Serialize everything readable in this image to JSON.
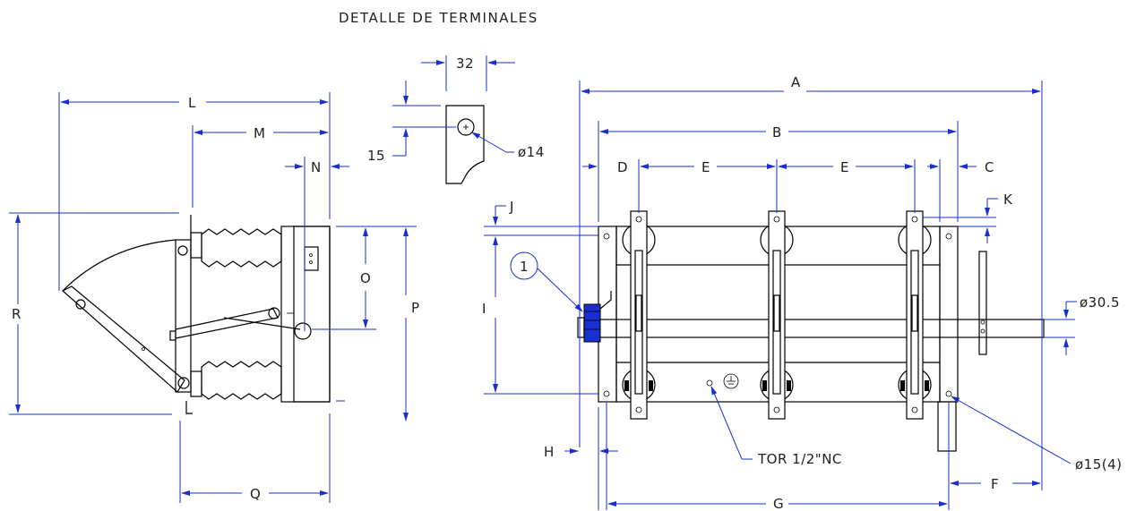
{
  "title": "DETALLE DE TERMINALES",
  "labels": {
    "A": "A",
    "B": "B",
    "C": "C",
    "D": "D",
    "E": "E",
    "F": "F",
    "G": "G",
    "H": "H",
    "I": "I",
    "J": "J",
    "K": "K",
    "L": "L",
    "M": "M",
    "N": "N",
    "O": "O",
    "P": "P",
    "Q": "Q",
    "R": "R"
  },
  "terminal_detail": {
    "width": "32",
    "hole_offset": "15",
    "hole_diameter": "ø14"
  },
  "shaft_diameter": "ø30.5",
  "mount_holes": "ø15(4)",
  "ground_tap": "TOR 1/2\"NC",
  "balloon": "1",
  "colors": {
    "dimension": "#1a2fd1",
    "outline": "#000000",
    "mechanism": "#1a2fd1"
  }
}
